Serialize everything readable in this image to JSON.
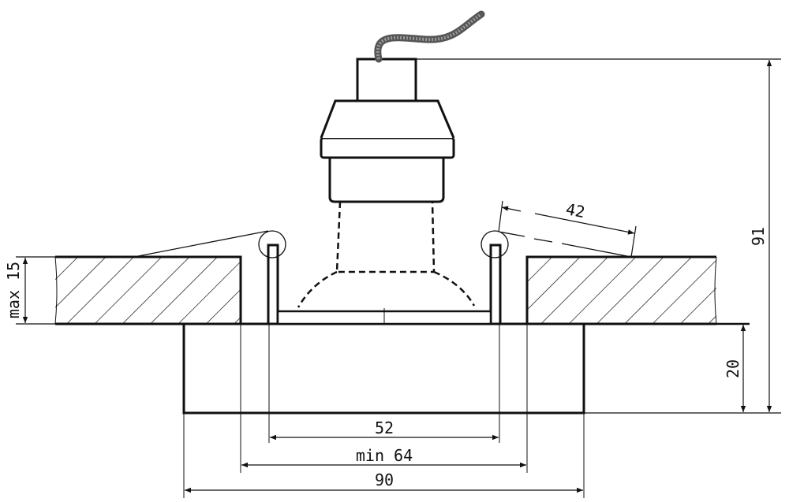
{
  "title": "Recessed downlight installation drawing",
  "colors": {
    "line": "#111111",
    "cable": "#555555",
    "background": "#ffffff"
  },
  "dimensions": {
    "total_height": "91",
    "frame_height": "20",
    "ceiling_thickness": "max 15",
    "spring_distance": "52",
    "cutout": "min 64",
    "outer_diameter": "90",
    "lamp_depth": "42"
  }
}
